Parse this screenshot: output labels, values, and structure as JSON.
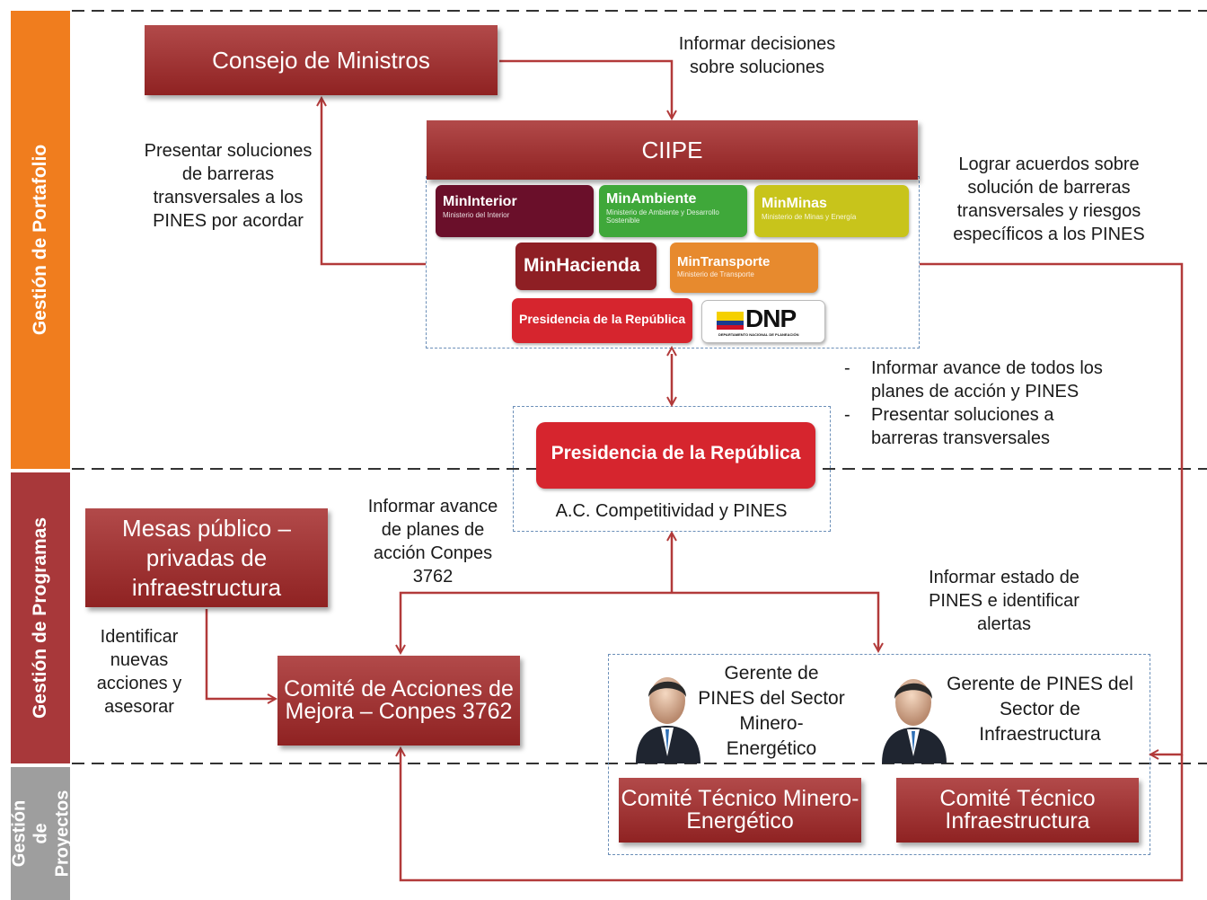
{
  "bands": {
    "portafolio": "Gestión de Portafolio",
    "programas": "Gestión de Programas",
    "proyectos": "Gestión de Proyectos"
  },
  "boxes": {
    "consejo": "Consejo de Ministros",
    "ciipe": "CIIPE",
    "mesas": "Mesas público – privadas de infraestructura",
    "comite_acciones": "Comité de Acciones de Mejora – Conpes 3762",
    "comite_minero": "Comité Técnico Minero-Energético",
    "comite_infra": "Comité Técnico Infraestructura"
  },
  "logos": {
    "mininterior": {
      "title": "MinInterior",
      "sub": "Ministerio del Interior"
    },
    "minambiente": {
      "title": "MinAmbiente",
      "sub": "Ministerio de Ambiente y Desarrollo Sostenible"
    },
    "minminas": {
      "title": "MinMinas",
      "sub": "Ministerio de Minas y Energía"
    },
    "minhacienda": {
      "title": "MinHacienda"
    },
    "mintransporte": {
      "title": "MinTransporte",
      "sub": "Ministerio de Transporte"
    },
    "presidencia_small": "Presidencia de la República",
    "dnp": {
      "title": "DNP",
      "sub": "DEPARTAMENTO NACIONAL DE PLANEACIÓN"
    },
    "presidencia_big": "Presidencia de la República"
  },
  "labels": {
    "informar_decisiones": "Informar decisiones sobre soluciones",
    "presentar_soluciones": "Presentar soluciones de barreras transversales a los PINES por acordar",
    "lograr_acuerdos": "Lograr acuerdos sobre solución de barreras transversales y riesgos específicos a los PINES",
    "bullet1": "Informar avance de todos los planes de acción y PINES",
    "bullet2": "Presentar soluciones a barreras transversales",
    "bullet_dash": "-",
    "ac_competitividad": "A.C. Competitividad  y PINES",
    "informar_avance_conpes": "Informar avance de planes de acción Conpes 3762",
    "informar_estado": "Informar estado de PINES e identificar alertas",
    "identificar_acciones": "Identificar nuevas acciones y asesorar",
    "gerente_minero": "Gerente de PINES del Sector Minero-Energético",
    "gerente_infra": "Gerente de PINES del Sector de Infraestructura"
  },
  "colors": {
    "orange_band": "#f07d1e",
    "red_band": "#a8383a",
    "gray_band": "#9e9e9e",
    "box_red": "#9c2e2e",
    "arrow": "#b23a3a"
  }
}
